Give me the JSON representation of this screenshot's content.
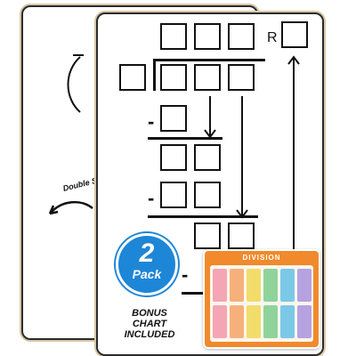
{
  "labels": {
    "remainder": "R",
    "minus": "-",
    "double_sided": "Double Sided",
    "badge_number": "2",
    "badge_word": "Pack",
    "bonus_lines": [
      "BONUS",
      "CHART",
      "INCLUDED"
    ],
    "chart_title": "DIVISION"
  },
  "colors": {
    "badge": "#1e86d6",
    "chart_frame": "#f08a2c",
    "chart_cells": [
      "#f4a6b4",
      "#f6b07a",
      "#f2dc6a",
      "#8fd39b",
      "#7cc8e8",
      "#b6a2e0"
    ]
  }
}
